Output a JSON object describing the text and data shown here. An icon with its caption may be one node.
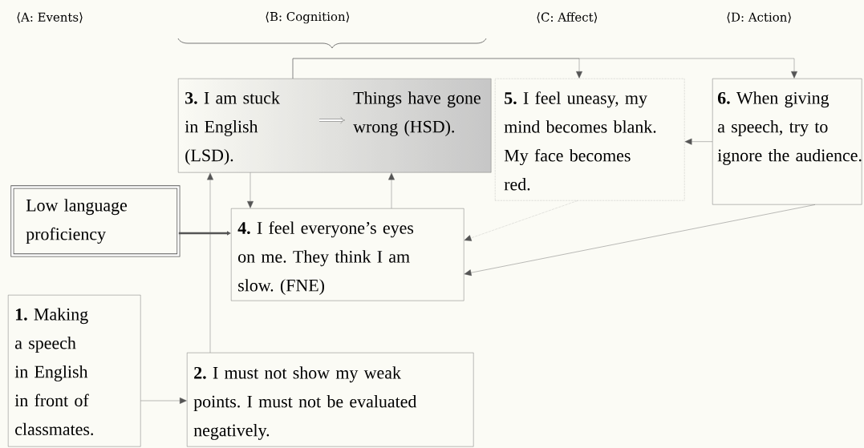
{
  "diagram": {
    "nodes": [
      {
        "text": [
          "**3.** I am stuck in English (LSD).",
          "Things have gone wrong (HSD)."
        ]
      },
      {
        "text": [
          "**5.** I feel uneasy, my mind becomes blank. My face becomes red."
        ]
      },
      {
        "text": [
          "**6.** When giving a speech, try to ignore the audience."
        ]
      },
      {
        "text": [
          "Low language proficiency"
        ]
      },
      {
        "text": [
          "**4.** I feel everyone’s eyes on me. They think I am slow. (FNE)"
        ]
      },
      {
        "text": [
          "**1.** Making a speech in English in front of classmates."
        ]
      },
      {
        "text": [
          "**2.** I must not show my weak points. I must not be evaluated negatively."
        ]
      }
    ],
    "edges": [
      {
        "from": 0,
        "to": 1,
        "arrow": "to"
      },
      {
        "from": 0,
        "to": 2,
        "arrow": "to"
      },
      {
        "from": 2,
        "to": 1,
        "arrow": "to"
      },
      {
        "from": 3,
        "to": 4,
        "arrow": "to",
        "style": "thick"
      },
      {
        "from": 0,
        "to": 4,
        "arrow": "to"
      },
      {
        "from": 4,
        "to": 0,
        "arrow": "to"
      },
      {
        "from": 6,
        "to": 0,
        "arrow": "to"
      },
      {
        "from": 5,
        "to": 6,
        "arrow": "to"
      },
      {
        "from": 1,
        "to": 4,
        "arrow": "to",
        "style": "dashed"
      },
      {
        "from": 2,
        "to": 4,
        "arrow": "to"
      }
    ],
    "labels": [
      "⟨A: Events⟩",
      "⟨B: Cognition⟩",
      "⟨C: Affect⟩",
      "⟨D: Action⟩"
    ]
  }
}
